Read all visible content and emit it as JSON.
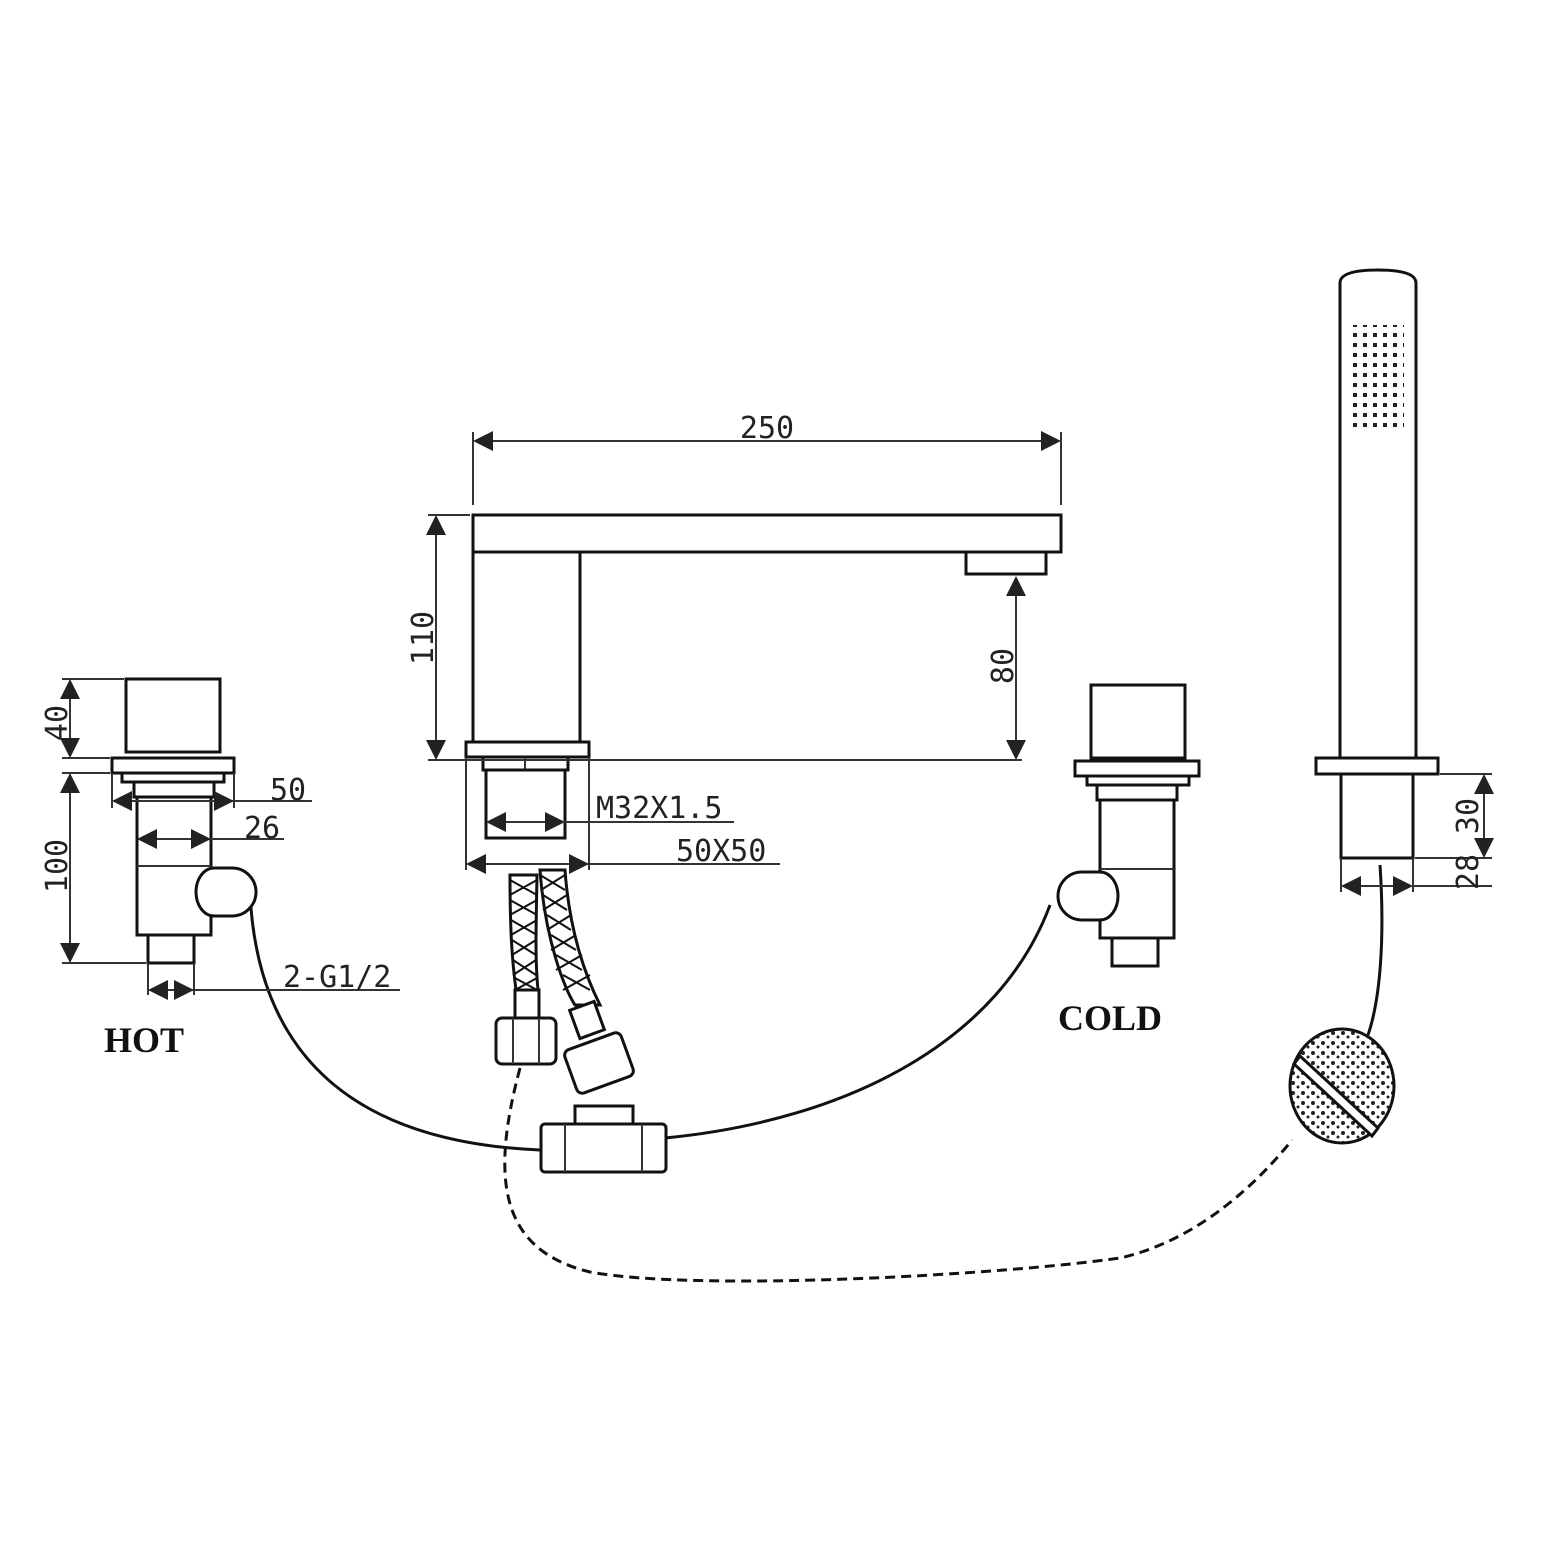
{
  "labels": {
    "hot": "HOT",
    "cold": "COLD"
  },
  "dimensions": {
    "spout_length": "250",
    "spout_height": "110",
    "spout_outlet_height": "80",
    "thread": "M32X1.5",
    "base_size": "50X50",
    "handle_height": "40",
    "valve_base_width": "50",
    "valve_body_width": "26",
    "valve_height": "100",
    "inlet_thread": "2-G1/2",
    "shower_holder_height": "30",
    "shower_holder_width": "28"
  },
  "colors": {
    "line": "#111111",
    "background": "#ffffff"
  },
  "icons": {
    "hot_valve": "mixer-valve-icon",
    "cold_valve": "mixer-valve-icon",
    "spout": "bath-spout-icon",
    "hand_shower": "hand-shower-icon",
    "diverter": "t-diverter-icon",
    "hoses": "braided-hose-icon"
  }
}
